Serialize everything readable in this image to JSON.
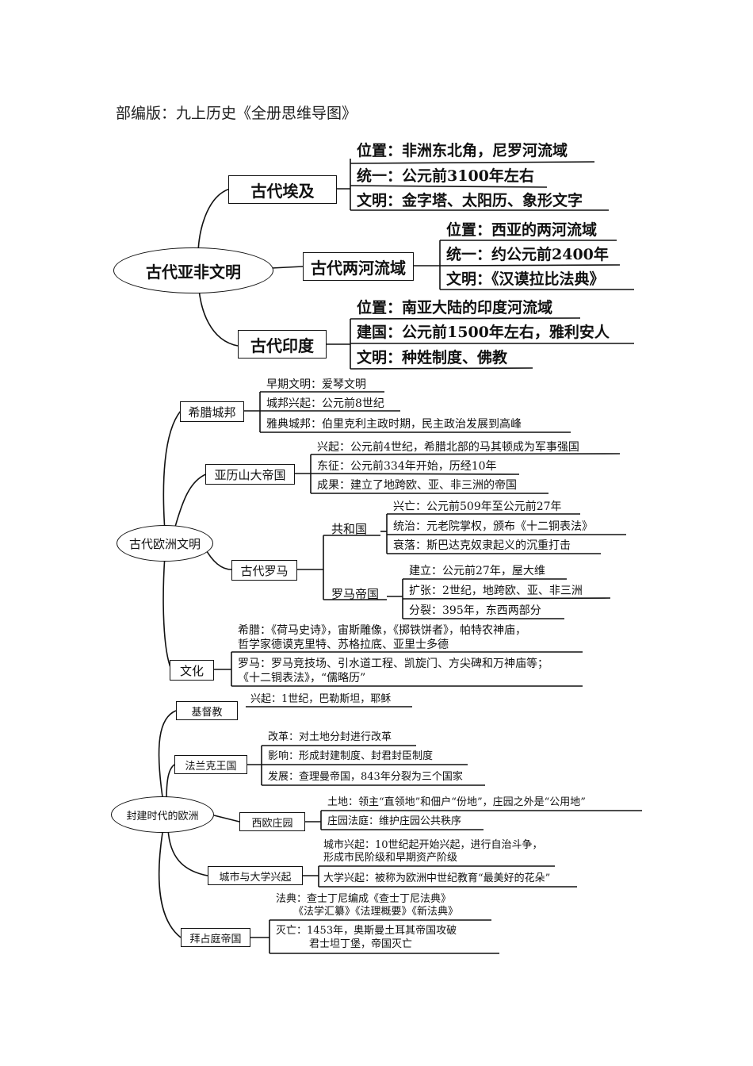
{
  "title": "部编版：九上历史《全册思维导图》",
  "s1": {
    "root": "古代亚非文明",
    "egypt": {
      "label": "古代埃及",
      "items": [
        "位置：非洲东北角，尼罗河流域",
        "统一：公元前3100年左右",
        "文明：金字塔、太阳历、象形文字"
      ]
    },
    "meso": {
      "label": "古代两河流域",
      "items": [
        "位置：西亚的两河流域",
        "统一：约公元前2400年",
        "文明：《汉谟拉比法典》"
      ]
    },
    "india": {
      "label": "古代印度",
      "items": [
        "位置：南亚大陆的印度河流域",
        "建国：公元前1500年左右，雅利安人",
        "文明：种姓制度、佛教"
      ]
    }
  },
  "s2": {
    "root": "古代欧洲文明",
    "greece": {
      "label": "希腊城邦",
      "items": [
        "早期文明：爱琴文明",
        "城邦兴起：公元前8世纪",
        "雅典城邦：伯里克利主政时期，民主政治发展到高峰"
      ]
    },
    "alex": {
      "label": "亚历山大帝国",
      "items": [
        "兴起：公元前4世纪，希腊北部的马其顿成为军事强国",
        "东征：公元前334年开始，历经10年",
        "成果：建立了地跨欧、亚、非三洲的帝国"
      ]
    },
    "rome": {
      "label": "古代罗马",
      "republic": {
        "label": "共和国",
        "items": [
          "兴亡：公元前509年至公元前27年",
          "统治：元老院掌权，颁布《十二铜表法》",
          "衰落：斯巴达克奴隶起义的沉重打击"
        ]
      },
      "empire": {
        "label": "罗马帝国",
        "items": [
          "建立：公元前27年，屋大维",
          "扩张：2世纪，地跨欧、亚、非三洲",
          "分裂：395年，东西两部分"
        ]
      }
    },
    "culture": {
      "label": "文化",
      "items": [
        "希腊：《荷马史诗》，宙斯雕像，《掷铁饼者》，帕特农神庙，",
        "哲学家德谟克里特、苏格拉底、亚里士多德",
        "罗马：罗马竞技场、引水道工程、凯旋门、方尖碑和万神庙等；",
        "《十二铜表法》，“儒略历”"
      ]
    }
  },
  "s3": {
    "root": "封建时代的欧洲",
    "christ": {
      "label": "基督教",
      "items": [
        "兴起：1世纪，巴勒斯坦，耶稣"
      ]
    },
    "frank": {
      "label": "法兰克王国",
      "items": [
        "改革：对土地分封进行改革",
        "影响：形成封建制度、封君封臣制度",
        "发展：查理曼帝国，843年分裂为三个国家"
      ]
    },
    "manor": {
      "label": "西欧庄园",
      "items": [
        "土地：领主“直领地”和佃户“份地”，庄园之外是“公用地”",
        "庄园法庭：维护庄园公共秩序"
      ]
    },
    "city": {
      "label": "城市与大学兴起",
      "items": [
        "城市兴起：10世纪起开始兴起，进行自治斗争，",
        "形成市民阶级和早期资产阶级",
        "大学兴起：被称为欧洲中世纪教育“最美好的花朵”"
      ]
    },
    "byz": {
      "label": "拜占庭帝国",
      "items": [
        "法典：查士丁尼编成《查士丁尼法典》",
        "《法学汇纂》《法理概要》《新法典》",
        "灭亡：1453年，奥斯曼土耳其帝国攻破",
        "君士坦丁堡，帝国灭亡"
      ]
    }
  }
}
